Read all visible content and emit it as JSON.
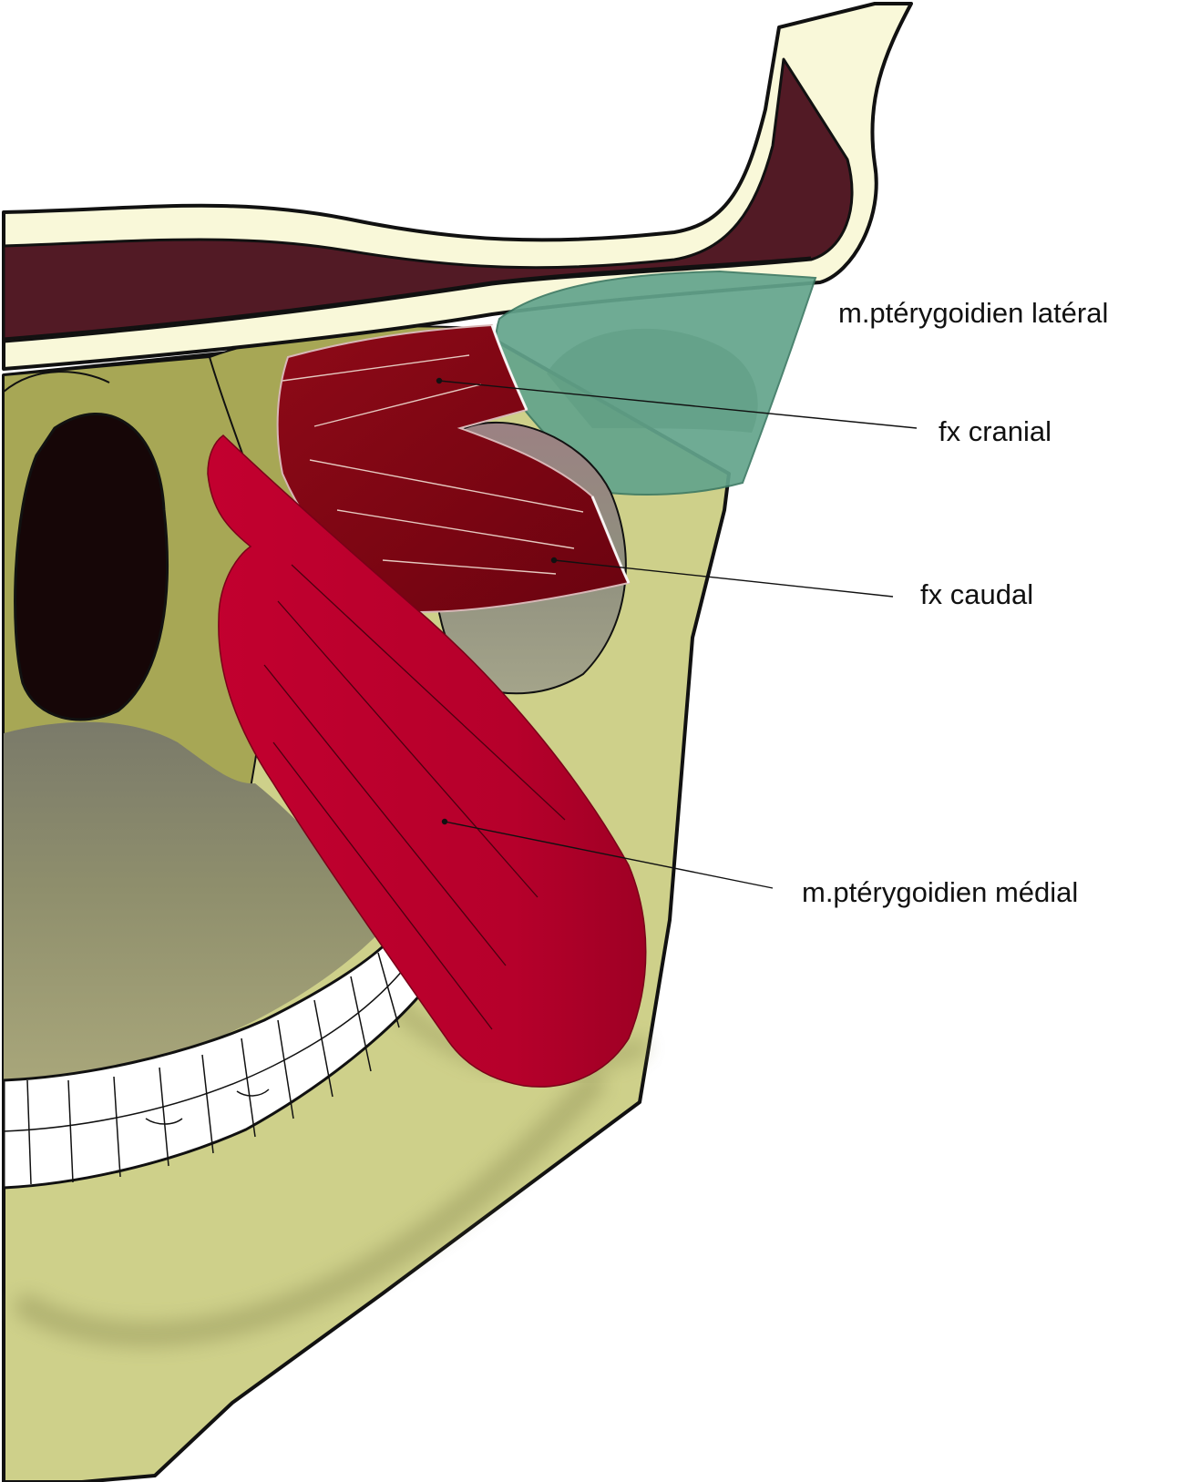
{
  "labels": {
    "lateral": "m.ptérygoidien latéral",
    "cranial": "fx cranial",
    "caudal": "fx caudal",
    "medial": "m.ptérygoidien médial"
  },
  "colors": {
    "bone": "#ced08a",
    "bone_dark": "#a7a755",
    "cortical": "#f9f8d9",
    "marrow": "#521a25",
    "lateral_muscle": "#63a48c",
    "cranial_fascicle": "#8c0a18",
    "medial_muscle": "#b9002d",
    "teeth": "#ffffff",
    "cavity": "#160607",
    "outline": "#111111"
  }
}
